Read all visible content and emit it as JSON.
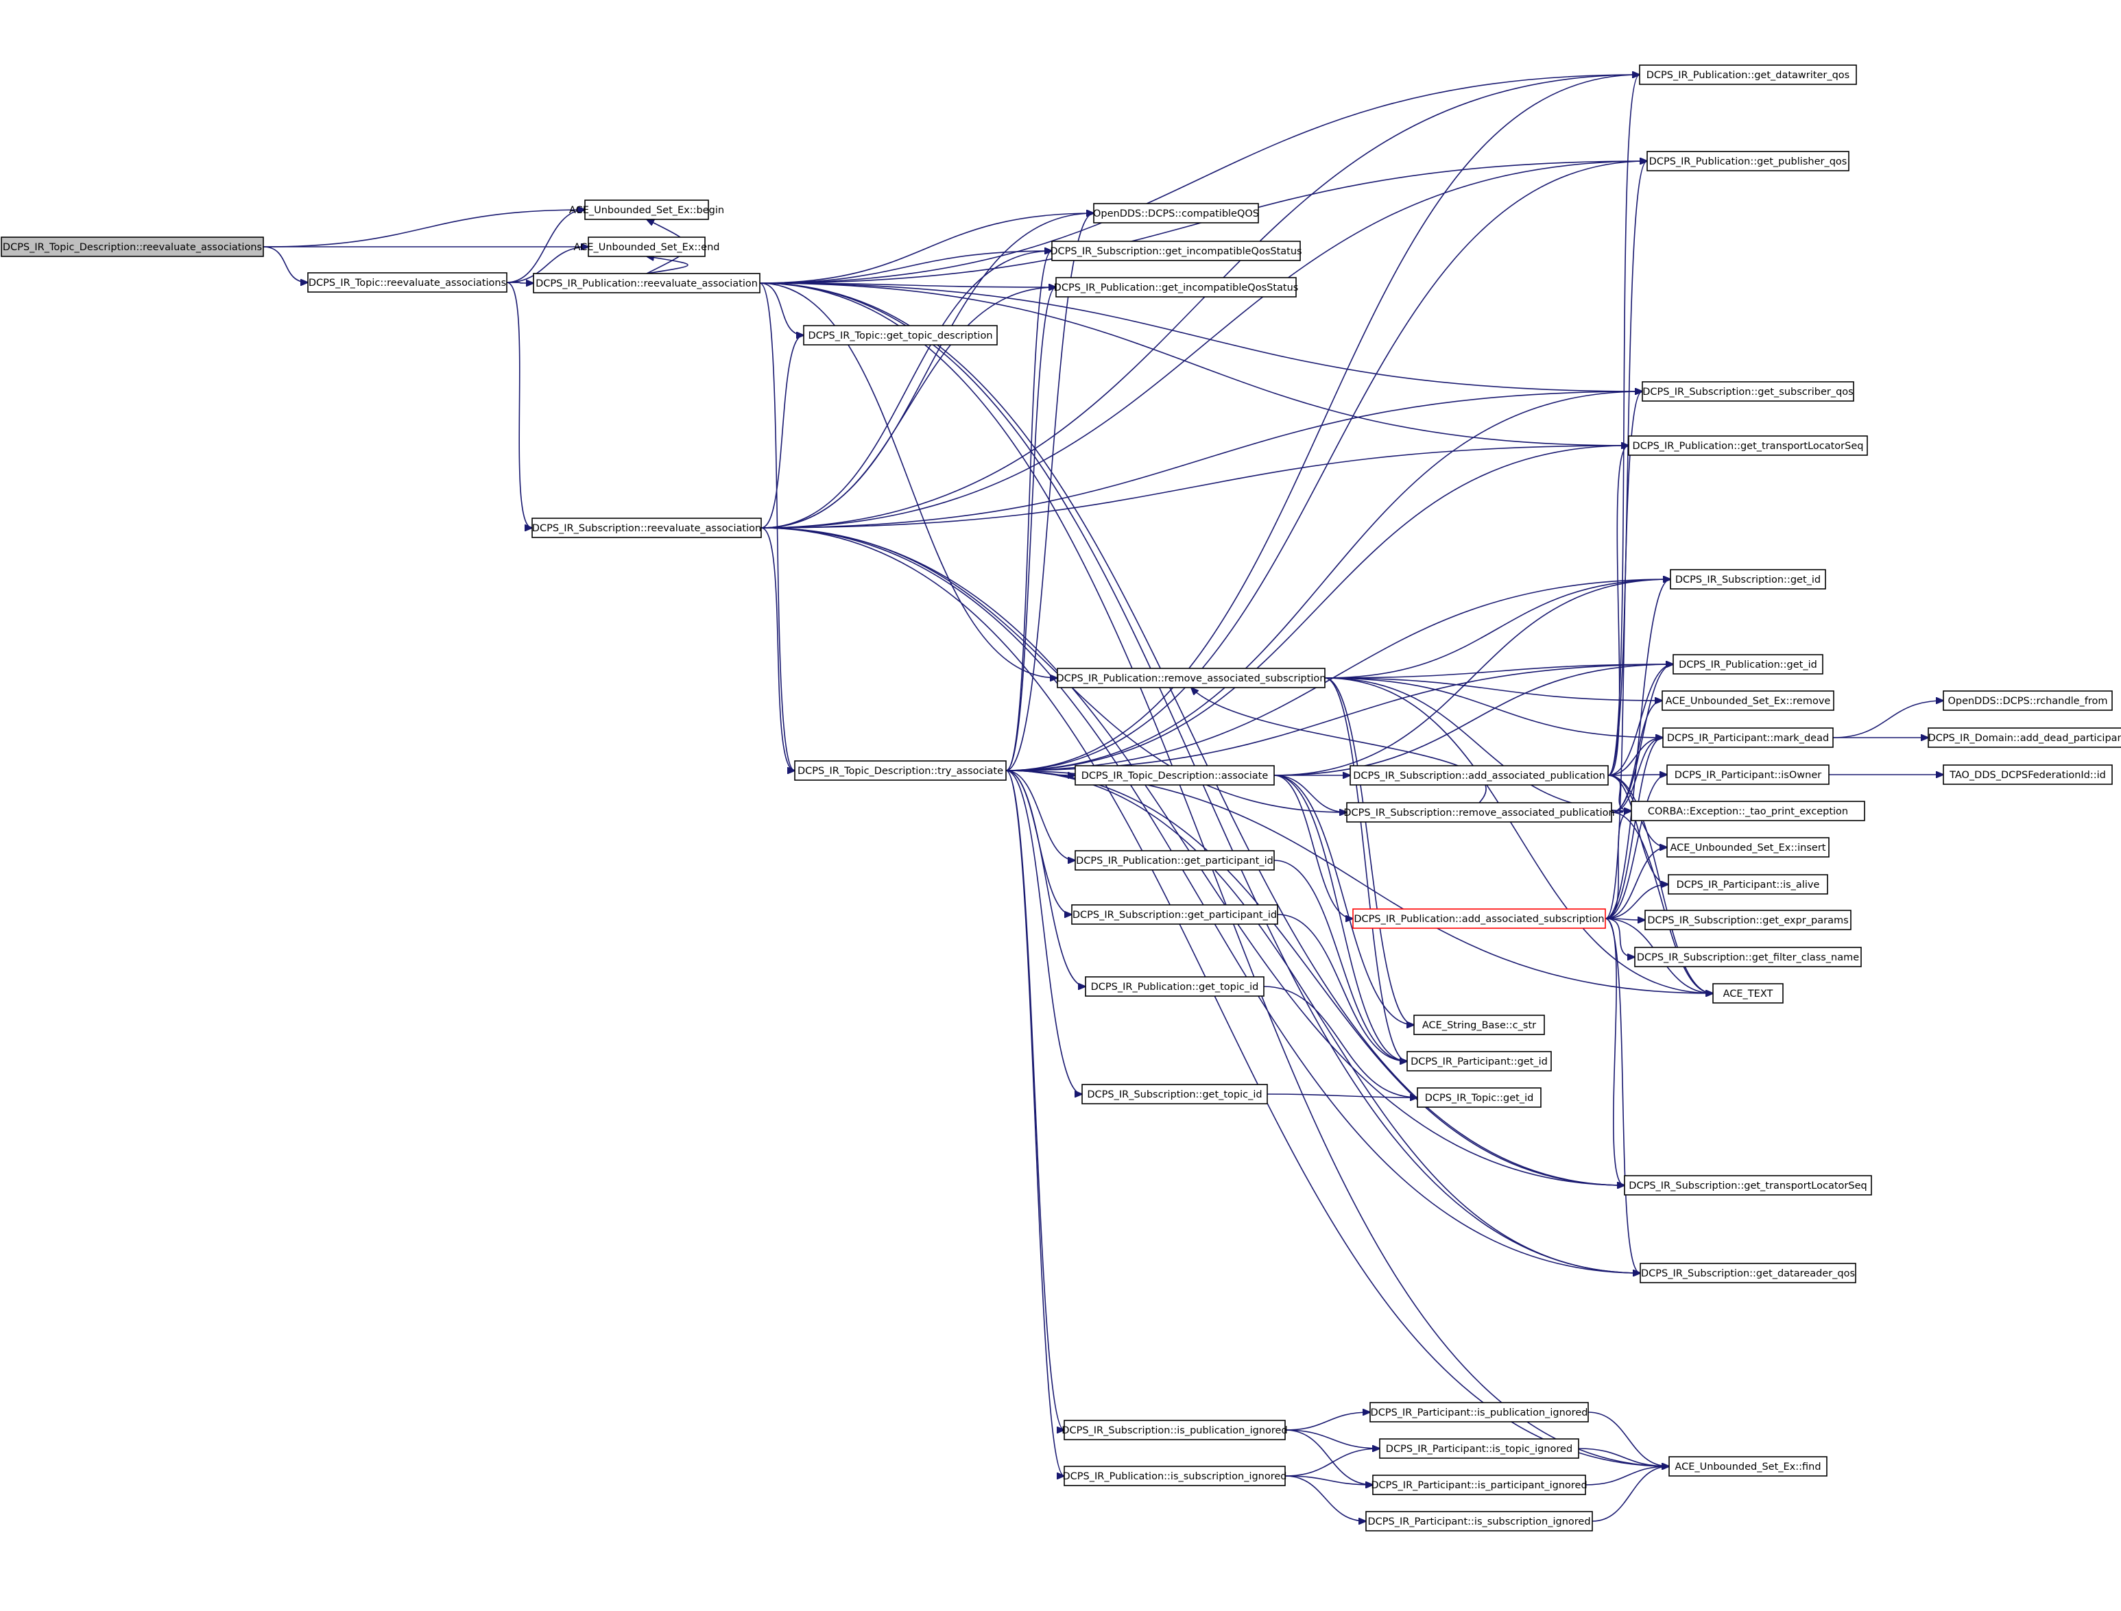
{
  "graph": {
    "edge_color": "#191970",
    "root_fill": "#bfbfbf",
    "highlight_border": "#ff0000",
    "nodes": [
      {
        "id": "root",
        "label": "DCPS_IR_Topic_Description::reevaluate_associations",
        "style": "root"
      },
      {
        "id": "ace_begin",
        "label": "ACE_Unbounded_Set_Ex::begin"
      },
      {
        "id": "ace_end",
        "label": "ACE_Unbounded_Set_Ex::end"
      },
      {
        "id": "topic_reeval",
        "label": "DCPS_IR_Topic::reevaluate_associations"
      },
      {
        "id": "pub_reeval",
        "label": "DCPS_IR_Publication::reevaluate_association"
      },
      {
        "id": "sub_reeval",
        "label": "DCPS_IR_Subscription::reevaluate_association"
      },
      {
        "id": "compatibleQOS",
        "label": "OpenDDS::DCPS::compatibleQOS"
      },
      {
        "id": "sub_incompat",
        "label": "DCPS_IR_Subscription::get_incompatibleQosStatus"
      },
      {
        "id": "pub_incompat",
        "label": "DCPS_IR_Publication::get_incompatibleQosStatus"
      },
      {
        "id": "topic_get_desc",
        "label": "DCPS_IR_Topic::get_topic_description"
      },
      {
        "id": "remove_assoc_sub",
        "label": "DCPS_IR_Publication::remove_associated_subscription"
      },
      {
        "id": "try_associate",
        "label": "DCPS_IR_Topic_Description::try_associate"
      },
      {
        "id": "td_associate",
        "label": "DCPS_IR_Topic_Description::associate"
      },
      {
        "id": "pub_get_part_id",
        "label": "DCPS_IR_Publication::get_participant_id"
      },
      {
        "id": "sub_get_part_id",
        "label": "DCPS_IR_Subscription::get_participant_id"
      },
      {
        "id": "pub_get_topic_id",
        "label": "DCPS_IR_Publication::get_topic_id"
      },
      {
        "id": "sub_get_topic_id",
        "label": "DCPS_IR_Subscription::get_topic_id"
      },
      {
        "id": "sub_is_pub_ignored",
        "label": "DCPS_IR_Subscription::is_publication_ignored"
      },
      {
        "id": "pub_is_sub_ignored",
        "label": "DCPS_IR_Publication::is_subscription_ignored"
      },
      {
        "id": "sub_add_assoc_pub",
        "label": "DCPS_IR_Subscription::add_associated_publication"
      },
      {
        "id": "sub_remove_assoc_pub",
        "label": "DCPS_IR_Subscription::remove_associated_publication"
      },
      {
        "id": "pub_add_assoc_sub",
        "label": "DCPS_IR_Publication::add_associated_subscription",
        "style": "red"
      },
      {
        "id": "ace_c_str",
        "label": "ACE_String_Base::c_str"
      },
      {
        "id": "part_get_id",
        "label": "DCPS_IR_Participant::get_id"
      },
      {
        "id": "topic_get_id",
        "label": "DCPS_IR_Topic::get_id"
      },
      {
        "id": "part_is_pub_ignored",
        "label": "DCPS_IR_Participant::is_publication_ignored"
      },
      {
        "id": "part_is_topic_ignored",
        "label": "DCPS_IR_Participant::is_topic_ignored"
      },
      {
        "id": "part_is_part_ignored",
        "label": "DCPS_IR_Participant::is_participant_ignored"
      },
      {
        "id": "part_is_sub_ignored",
        "label": "DCPS_IR_Participant::is_subscription_ignored"
      },
      {
        "id": "pub_dw_qos",
        "label": "DCPS_IR_Publication::get_datawriter_qos"
      },
      {
        "id": "pub_pub_qos",
        "label": "DCPS_IR_Publication::get_publisher_qos"
      },
      {
        "id": "sub_sub_qos",
        "label": "DCPS_IR_Subscription::get_subscriber_qos"
      },
      {
        "id": "pub_tls",
        "label": "DCPS_IR_Publication::get_transportLocatorSeq"
      },
      {
        "id": "sub_get_id",
        "label": "DCPS_IR_Subscription::get_id"
      },
      {
        "id": "pub_get_id",
        "label": "DCPS_IR_Publication::get_id"
      },
      {
        "id": "ace_remove",
        "label": "ACE_Unbounded_Set_Ex::remove"
      },
      {
        "id": "mark_dead",
        "label": "DCPS_IR_Participant::mark_dead"
      },
      {
        "id": "isOwner",
        "label": "DCPS_IR_Participant::isOwner"
      },
      {
        "id": "tao_print",
        "label": "CORBA::Exception::_tao_print_exception"
      },
      {
        "id": "ace_insert",
        "label": "ACE_Unbounded_Set_Ex::insert"
      },
      {
        "id": "is_alive",
        "label": "DCPS_IR_Participant::is_alive"
      },
      {
        "id": "expr_params",
        "label": "DCPS_IR_Subscription::get_expr_params"
      },
      {
        "id": "filter_class",
        "label": "DCPS_IR_Subscription::get_filter_class_name"
      },
      {
        "id": "ace_text",
        "label": "ACE_TEXT"
      },
      {
        "id": "sub_tls",
        "label": "DCPS_IR_Subscription::get_transportLocatorSeq"
      },
      {
        "id": "sub_dr_qos",
        "label": "DCPS_IR_Subscription::get_datareader_qos"
      },
      {
        "id": "ace_find",
        "label": "ACE_Unbounded_Set_Ex::find"
      },
      {
        "id": "rchandle_from",
        "label": "OpenDDS::DCPS::rchandle_from"
      },
      {
        "id": "add_dead_part",
        "label": "DCPS_IR_Domain::add_dead_participant"
      },
      {
        "id": "fed_id",
        "label": "TAO_DDS_DCPSFederationId::id"
      }
    ],
    "edges": [
      [
        "root",
        "ace_begin"
      ],
      [
        "root",
        "ace_end"
      ],
      [
        "root",
        "topic_reeval"
      ],
      [
        "topic_reeval",
        "ace_begin"
      ],
      [
        "topic_reeval",
        "ace_end"
      ],
      [
        "topic_reeval",
        "pub_reeval"
      ],
      [
        "topic_reeval",
        "sub_reeval"
      ],
      [
        "pub_reeval",
        "ace_begin"
      ],
      [
        "pub_reeval",
        "ace_end"
      ],
      [
        "pub_reeval",
        "compatibleQOS"
      ],
      [
        "pub_reeval",
        "sub_incompat"
      ],
      [
        "pub_reeval",
        "pub_incompat"
      ],
      [
        "pub_reeval",
        "topic_get_desc"
      ],
      [
        "pub_reeval",
        "remove_assoc_sub"
      ],
      [
        "pub_reeval",
        "try_associate"
      ],
      [
        "pub_reeval",
        "pub_dw_qos"
      ],
      [
        "pub_reeval",
        "pub_pub_qos"
      ],
      [
        "pub_reeval",
        "sub_sub_qos"
      ],
      [
        "pub_reeval",
        "pub_tls"
      ],
      [
        "pub_reeval",
        "sub_tls"
      ],
      [
        "pub_reeval",
        "sub_dr_qos"
      ],
      [
        "pub_reeval",
        "ace_find"
      ],
      [
        "sub_reeval",
        "compatibleQOS"
      ],
      [
        "sub_reeval",
        "sub_incompat"
      ],
      [
        "sub_reeval",
        "pub_incompat"
      ],
      [
        "sub_reeval",
        "topic_get_desc"
      ],
      [
        "sub_reeval",
        "try_associate"
      ],
      [
        "sub_reeval",
        "sub_remove_assoc_pub"
      ],
      [
        "sub_reeval",
        "pub_dw_qos"
      ],
      [
        "sub_reeval",
        "pub_pub_qos"
      ],
      [
        "sub_reeval",
        "sub_sub_qos"
      ],
      [
        "sub_reeval",
        "pub_tls"
      ],
      [
        "sub_reeval",
        "sub_tls"
      ],
      [
        "sub_reeval",
        "sub_dr_qos"
      ],
      [
        "sub_reeval",
        "ace_find"
      ],
      [
        "try_associate",
        "compatibleQOS"
      ],
      [
        "try_associate",
        "sub_incompat"
      ],
      [
        "try_associate",
        "pub_incompat"
      ],
      [
        "try_associate",
        "td_associate"
      ],
      [
        "try_associate",
        "pub_get_part_id"
      ],
      [
        "try_associate",
        "sub_get_part_id"
      ],
      [
        "try_associate",
        "pub_get_topic_id"
      ],
      [
        "try_associate",
        "sub_get_topic_id"
      ],
      [
        "try_associate",
        "sub_is_pub_ignored"
      ],
      [
        "try_associate",
        "pub_is_sub_ignored"
      ],
      [
        "try_associate",
        "pub_dw_qos"
      ],
      [
        "try_associate",
        "pub_pub_qos"
      ],
      [
        "try_associate",
        "sub_sub_qos"
      ],
      [
        "try_associate",
        "pub_tls"
      ],
      [
        "try_associate",
        "sub_get_id"
      ],
      [
        "try_associate",
        "pub_get_id"
      ],
      [
        "try_associate",
        "ace_text"
      ],
      [
        "try_associate",
        "sub_tls"
      ],
      [
        "try_associate",
        "sub_dr_qos"
      ],
      [
        "remove_assoc_sub",
        "ace_remove"
      ],
      [
        "remove_assoc_sub",
        "mark_dead"
      ],
      [
        "remove_assoc_sub",
        "tao_print"
      ],
      [
        "remove_assoc_sub",
        "ace_text"
      ],
      [
        "remove_assoc_sub",
        "ace_c_str"
      ],
      [
        "remove_assoc_sub",
        "part_get_id"
      ],
      [
        "remove_assoc_sub",
        "sub_get_id"
      ],
      [
        "remove_assoc_sub",
        "pub_get_id"
      ],
      [
        "td_associate",
        "sub_add_assoc_pub"
      ],
      [
        "td_associate",
        "sub_remove_assoc_pub"
      ],
      [
        "td_associate",
        "pub_add_assoc_sub"
      ],
      [
        "td_associate",
        "ace_c_str"
      ],
      [
        "td_associate",
        "part_get_id"
      ],
      [
        "td_associate",
        "pub_get_id"
      ],
      [
        "td_associate",
        "sub_get_id"
      ],
      [
        "pub_get_part_id",
        "part_get_id"
      ],
      [
        "sub_get_part_id",
        "part_get_id"
      ],
      [
        "pub_get_topic_id",
        "topic_get_id"
      ],
      [
        "sub_get_topic_id",
        "topic_get_id"
      ],
      [
        "sub_add_assoc_pub",
        "pub_dw_qos"
      ],
      [
        "sub_add_assoc_pub",
        "pub_pub_qos"
      ],
      [
        "sub_add_assoc_pub",
        "pub_tls"
      ],
      [
        "sub_add_assoc_pub",
        "pub_get_id"
      ],
      [
        "sub_add_assoc_pub",
        "ace_insert"
      ],
      [
        "sub_add_assoc_pub",
        "mark_dead"
      ],
      [
        "sub_add_assoc_pub",
        "isOwner"
      ],
      [
        "sub_add_assoc_pub",
        "tao_print"
      ],
      [
        "sub_add_assoc_pub",
        "is_alive"
      ],
      [
        "sub_add_assoc_pub",
        "ace_text"
      ],
      [
        "sub_remove_assoc_pub",
        "ace_remove"
      ],
      [
        "sub_remove_assoc_pub",
        "mark_dead"
      ],
      [
        "sub_remove_assoc_pub",
        "tao_print"
      ],
      [
        "sub_remove_assoc_pub",
        "ace_text"
      ],
      [
        "sub_remove_assoc_pub",
        "pub_get_id"
      ],
      [
        "sub_remove_assoc_pub",
        "remove_assoc_sub"
      ],
      [
        "pub_add_assoc_sub",
        "sub_sub_qos"
      ],
      [
        "pub_add_assoc_sub",
        "sub_tls"
      ],
      [
        "pub_add_assoc_sub",
        "sub_dr_qos"
      ],
      [
        "pub_add_assoc_sub",
        "sub_get_id"
      ],
      [
        "pub_add_assoc_sub",
        "ace_insert"
      ],
      [
        "pub_add_assoc_sub",
        "mark_dead"
      ],
      [
        "pub_add_assoc_sub",
        "isOwner"
      ],
      [
        "pub_add_assoc_sub",
        "tao_print"
      ],
      [
        "pub_add_assoc_sub",
        "is_alive"
      ],
      [
        "pub_add_assoc_sub",
        "expr_params"
      ],
      [
        "pub_add_assoc_sub",
        "filter_class"
      ],
      [
        "pub_add_assoc_sub",
        "ace_text"
      ],
      [
        "mark_dead",
        "rchandle_from"
      ],
      [
        "mark_dead",
        "add_dead_part"
      ],
      [
        "isOwner",
        "fed_id"
      ],
      [
        "sub_is_pub_ignored",
        "part_is_pub_ignored"
      ],
      [
        "sub_is_pub_ignored",
        "part_is_topic_ignored"
      ],
      [
        "sub_is_pub_ignored",
        "part_is_part_ignored"
      ],
      [
        "pub_is_sub_ignored",
        "part_is_topic_ignored"
      ],
      [
        "pub_is_sub_ignored",
        "part_is_part_ignored"
      ],
      [
        "pub_is_sub_ignored",
        "part_is_sub_ignored"
      ],
      [
        "part_is_pub_ignored",
        "ace_find"
      ],
      [
        "part_is_topic_ignored",
        "ace_find"
      ],
      [
        "part_is_part_ignored",
        "ace_find"
      ],
      [
        "part_is_sub_ignored",
        "ace_find"
      ]
    ]
  }
}
